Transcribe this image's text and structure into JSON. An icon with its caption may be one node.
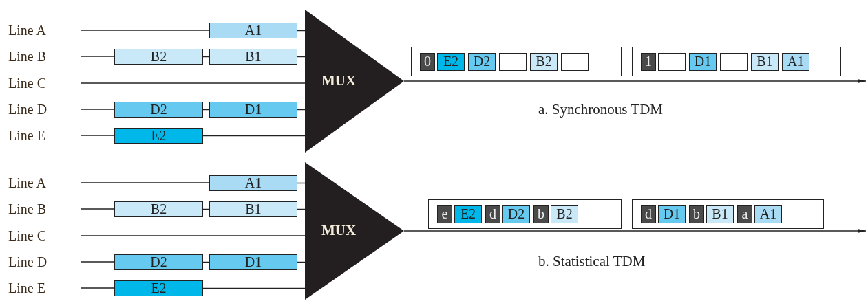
{
  "diagram": {
    "nodes": [
      {
        "text": [
          "Line A"
        ]
      },
      {
        "text": [
          "Line B"
        ]
      },
      {
        "text": [
          "Line C"
        ]
      },
      {
        "text": [
          "Line D"
        ]
      },
      {
        "text": [
          "Line E"
        ]
      },
      {
        "text": [
          "A1"
        ]
      },
      {
        "text": [
          "B2"
        ]
      },
      {
        "text": [
          "B1"
        ]
      },
      {
        "text": [
          "D2"
        ]
      },
      {
        "text": [
          "D1"
        ]
      },
      {
        "text": [
          "E2"
        ]
      },
      {
        "text": [
          "MUX"
        ]
      },
      {
        "text": [],
        "shape": "box"
      },
      {
        "text": [
          "0"
        ],
        "in": 12
      },
      {
        "text": [
          "E2"
        ],
        "in": 12
      },
      {
        "text": [
          "D2"
        ],
        "in": 12
      },
      {
        "text": [],
        "shape": "box",
        "in": 12
      },
      {
        "text": [
          "B2"
        ],
        "in": 12
      },
      {
        "text": [],
        "shape": "box",
        "in": 12
      },
      {
        "text": [],
        "shape": "box"
      },
      {
        "text": [
          "1"
        ],
        "in": 19
      },
      {
        "text": [],
        "shape": "box",
        "in": 19
      },
      {
        "text": [
          "D1"
        ],
        "in": 19
      },
      {
        "text": [],
        "shape": "box",
        "in": 19
      },
      {
        "text": [
          "B1"
        ],
        "in": 19
      },
      {
        "text": [
          "A1"
        ],
        "in": 19
      },
      {
        "text": [
          "Line A"
        ]
      },
      {
        "text": [
          "Line B"
        ]
      },
      {
        "text": [
          "Line C"
        ]
      },
      {
        "text": [
          "Line D"
        ]
      },
      {
        "text": [
          "Line E"
        ]
      },
      {
        "text": [
          "A1"
        ]
      },
      {
        "text": [
          "B2"
        ]
      },
      {
        "text": [
          "B1"
        ]
      },
      {
        "text": [
          "D2"
        ]
      },
      {
        "text": [
          "D1"
        ]
      },
      {
        "text": [
          "E2"
        ]
      },
      {
        "text": [
          "MUX"
        ]
      },
      {
        "text": [],
        "shape": "box"
      },
      {
        "text": [
          "e"
        ],
        "in": 38
      },
      {
        "text": [
          "E2"
        ],
        "in": 38
      },
      {
        "text": [
          "d"
        ],
        "in": 38
      },
      {
        "text": [
          "D2"
        ],
        "in": 38
      },
      {
        "text": [
          "b"
        ],
        "in": 38
      },
      {
        "text": [
          "B2"
        ],
        "in": 38
      },
      {
        "text": [],
        "shape": "box"
      },
      {
        "text": [
          "d"
        ],
        "in": 45
      },
      {
        "text": [
          "D1"
        ],
        "in": 45
      },
      {
        "text": [
          "b"
        ],
        "in": 45
      },
      {
        "text": [
          "B1"
        ],
        "in": 45
      },
      {
        "text": [
          "a"
        ],
        "in": 45
      },
      {
        "text": [
          "A1"
        ],
        "in": 45
      }
    ],
    "edges": [
      {
        "from": 0,
        "to": 5,
        "arrow": "none"
      },
      {
        "from": 5,
        "to": 11,
        "arrow": "none"
      },
      {
        "from": 1,
        "to": 6,
        "arrow": "none"
      },
      {
        "from": 6,
        "to": 7,
        "arrow": "none"
      },
      {
        "from": 7,
        "to": 11,
        "arrow": "none"
      },
      {
        "from": 2,
        "to": 11,
        "arrow": "none"
      },
      {
        "from": 3,
        "to": 8,
        "arrow": "none"
      },
      {
        "from": 8,
        "to": 9,
        "arrow": "none"
      },
      {
        "from": 9,
        "to": 11,
        "arrow": "none"
      },
      {
        "from": 4,
        "to": 10,
        "arrow": "none"
      },
      {
        "from": 10,
        "to": 11,
        "arrow": "none"
      },
      {
        "from": 11,
        "to": null,
        "arrow": "to"
      },
      {
        "from": 26,
        "to": 31,
        "arrow": "none"
      },
      {
        "from": 31,
        "to": 37,
        "arrow": "none"
      },
      {
        "from": 27,
        "to": 32,
        "arrow": "none"
      },
      {
        "from": 32,
        "to": 33,
        "arrow": "none"
      },
      {
        "from": 33,
        "to": 37,
        "arrow": "none"
      },
      {
        "from": 28,
        "to": 37,
        "arrow": "none"
      },
      {
        "from": 29,
        "to": 34,
        "arrow": "none"
      },
      {
        "from": 34,
        "to": 35,
        "arrow": "none"
      },
      {
        "from": 35,
        "to": 37,
        "arrow": "none"
      },
      {
        "from": 30,
        "to": 36,
        "arrow": "none"
      },
      {
        "from": 36,
        "to": 37,
        "arrow": "none"
      },
      {
        "from": 37,
        "to": null,
        "arrow": "to"
      }
    ],
    "labels": [
      "a. Synchronous TDM",
      "b. Statistical TDM"
    ]
  }
}
